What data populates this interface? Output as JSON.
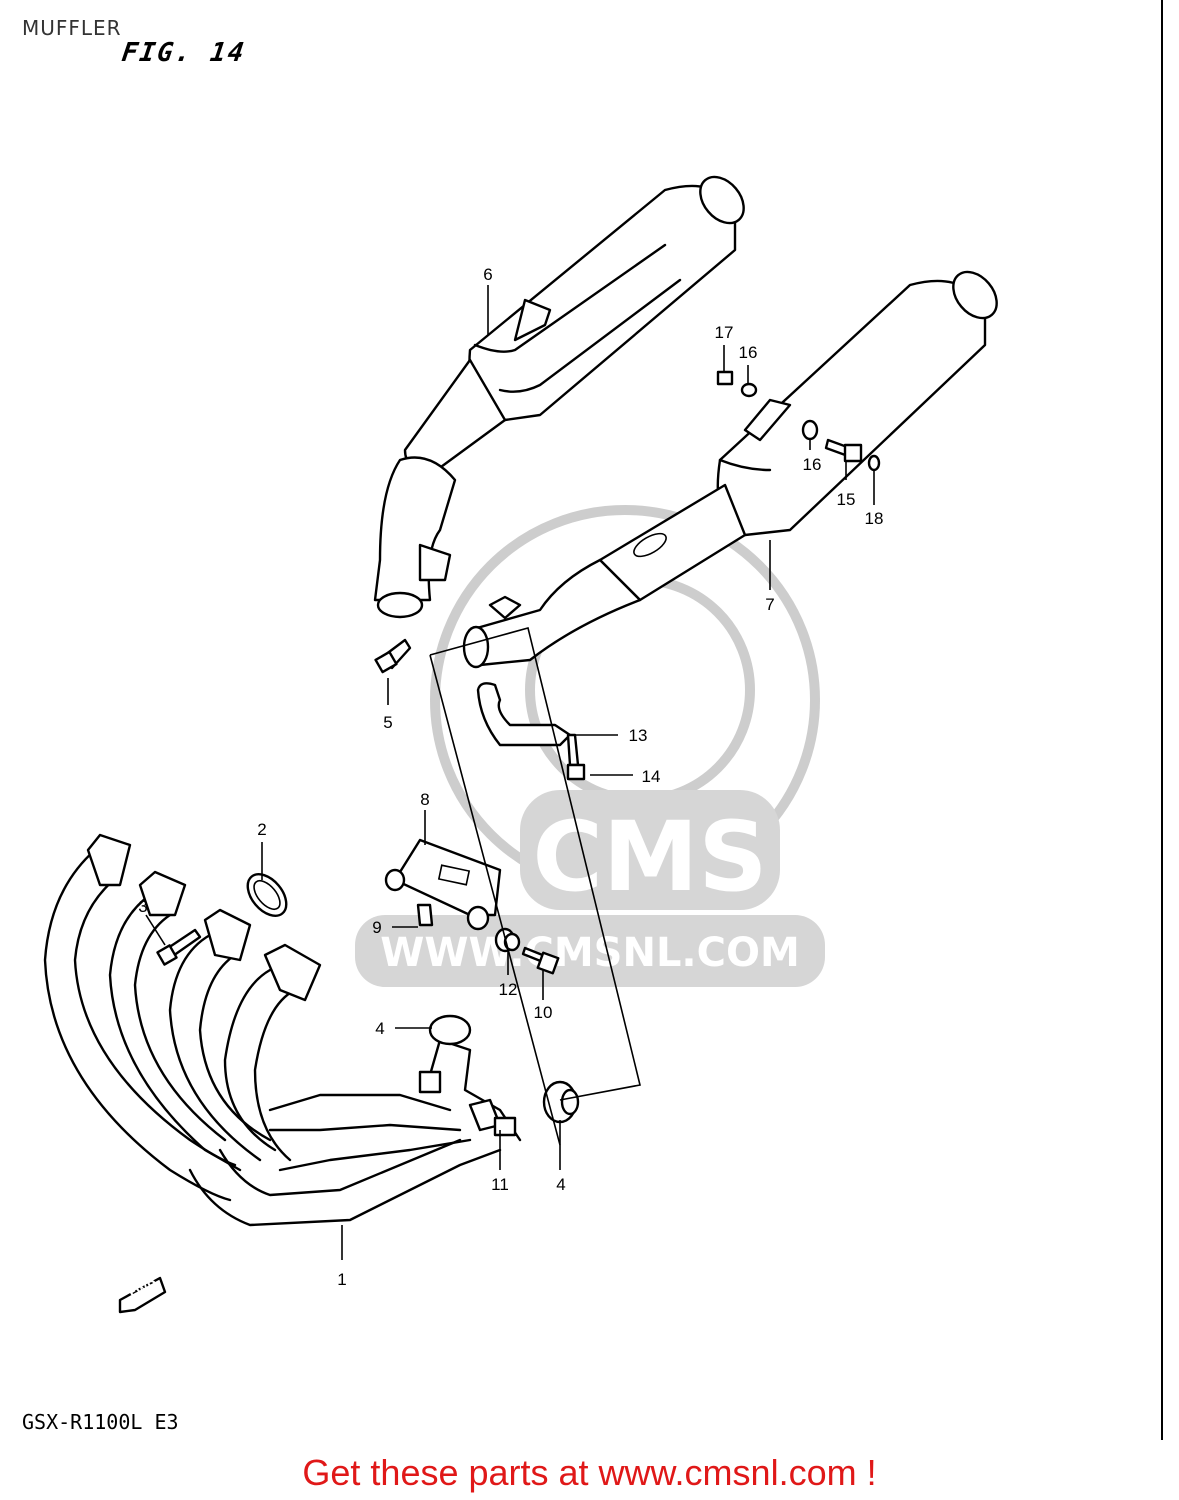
{
  "header": {
    "title": "MUFFLER",
    "figure": "FIG. 14"
  },
  "watermark": {
    "logo": "CMS",
    "url": "WWW.CMSNL.COM"
  },
  "model": "GSX-R1100L E3",
  "fwd_label": "FWD",
  "callouts": [
    "1",
    "2",
    "3",
    "4",
    "4",
    "5",
    "6",
    "7",
    "8",
    "9",
    "10",
    "11",
    "12",
    "13",
    "14",
    "15",
    "16",
    "16",
    "17",
    "18"
  ],
  "cta": "Get these parts at www.cmsnl.com !",
  "colors": {
    "cta": "#e01818",
    "watermark": "#c8c8c8",
    "ink": "#000000"
  }
}
